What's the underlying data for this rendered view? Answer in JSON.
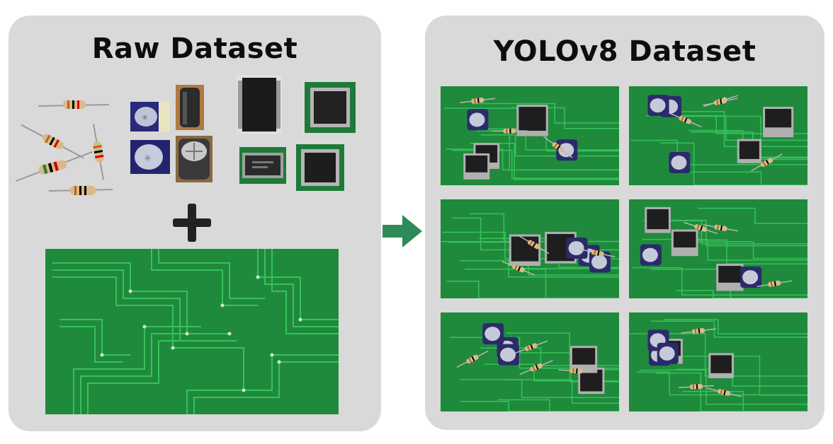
{
  "raw_panel": {
    "title": "Raw Dataset"
  },
  "yolo_panel": {
    "title": "YOLOv8 Dataset"
  },
  "icons": {
    "plus": "plus-icon",
    "arrow": "arrow-right-icon",
    "resistor": "resistor-icon",
    "capacitor": "capacitor-icon",
    "chip": "ic-chip-icon",
    "pcb": "pcb-board-icon"
  },
  "colors": {
    "panel_bg": "#d9d9d9",
    "pcb_green": "#1f8a3c",
    "trace_green": "#36c25a",
    "arrow_green": "#2e8b57",
    "chip_black": "#1e1e1e",
    "title_text": "#0d0d0d"
  },
  "composite_grid": {
    "rows": 3,
    "columns": 2
  }
}
